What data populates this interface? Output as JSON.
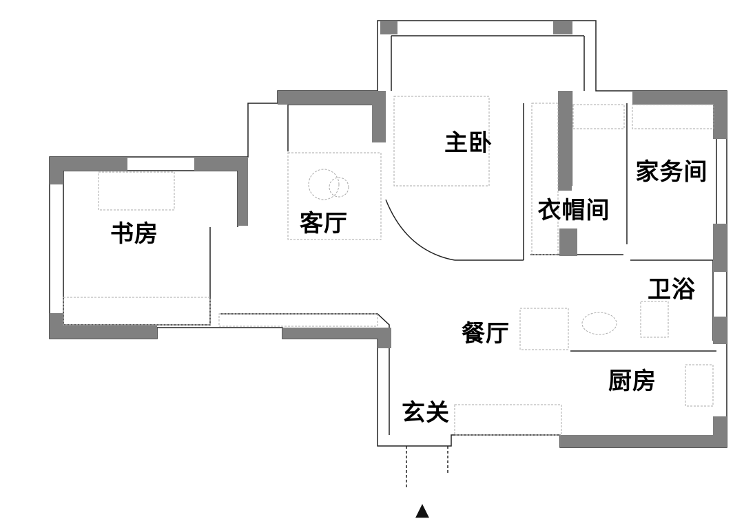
{
  "rooms": {
    "master_bedroom": "主卧",
    "study": "书房",
    "living_room": "客厅",
    "walk_in_closet": "衣帽间",
    "utility_room": "家务间",
    "bathroom": "卫浴",
    "dining_room": "餐厅",
    "kitchen": "厨房",
    "entrance": "玄关"
  },
  "entrance_marker": "▲",
  "colors": {
    "wall_fill": "#808080",
    "line": "#222222",
    "furniture": "#aaaaaa"
  }
}
